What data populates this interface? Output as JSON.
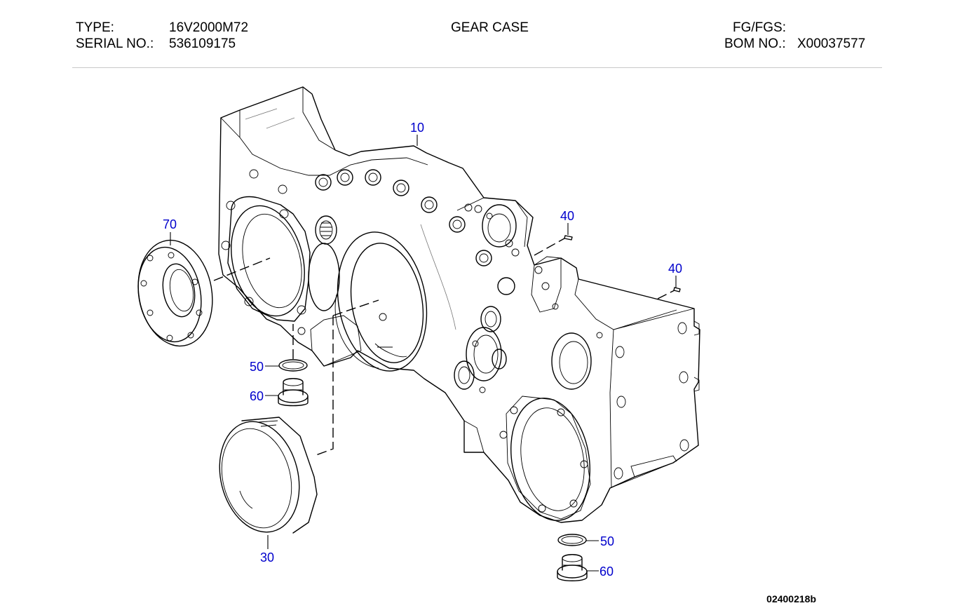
{
  "header": {
    "type_label": "TYPE:",
    "type_value": "16V2000M72",
    "serial_label": "SERIAL NO.:",
    "serial_value": "536109175",
    "title": "GEAR CASE",
    "fg_label": "FG/FGS:",
    "bom_label": "BOM NO.:",
    "bom_value": "X00037577"
  },
  "diagram": {
    "callouts": {
      "c10": "10",
      "c40a": "40",
      "c40b": "40",
      "c70": "70",
      "c50a": "50",
      "c60a": "60",
      "c30": "30",
      "c50b": "50",
      "c60b": "60"
    },
    "drawing_number": "02400218b"
  }
}
